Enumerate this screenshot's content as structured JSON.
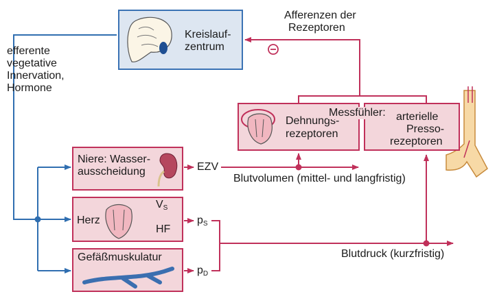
{
  "center": {
    "line1": "Kreislauf-",
    "line2": "zentrum"
  },
  "efferent": {
    "l1": "efferente",
    "l2": "vegetative",
    "l3": "Innervation,",
    "l4": "Hormone"
  },
  "afferent": {
    "l1": "Afferenzen der",
    "l2": "Rezeptoren"
  },
  "inhibit_sign": "⊖",
  "messfuehler": "Messfühler:",
  "dehnung": {
    "l1": "Dehnungs-",
    "l2": "rezeptoren"
  },
  "presso": {
    "l1": "arterielle",
    "l2": "Presso-",
    "l3": "rezeptoren"
  },
  "niere": {
    "l1": "Niere: Wasser-",
    "l2": "ausscheidung"
  },
  "herz": "Herz",
  "vs": {
    "main": "V",
    "sub": "S"
  },
  "hf": "HF",
  "gefaess": "Gefäßmuskulatur",
  "ezv": "EZV",
  "ps": {
    "main": "p",
    "sub": "S"
  },
  "pd": {
    "main": "p",
    "sub": "D"
  },
  "blutvolumen": "Blutvolumen (mittel- und langfristig)",
  "blutdruck": "Blutdruck (kurzfristig)",
  "colors": {
    "red": "#c0305a",
    "blue": "#2f6eb0",
    "pink_fill": "#f3d6db",
    "blue_fill": "#dde6f1"
  }
}
